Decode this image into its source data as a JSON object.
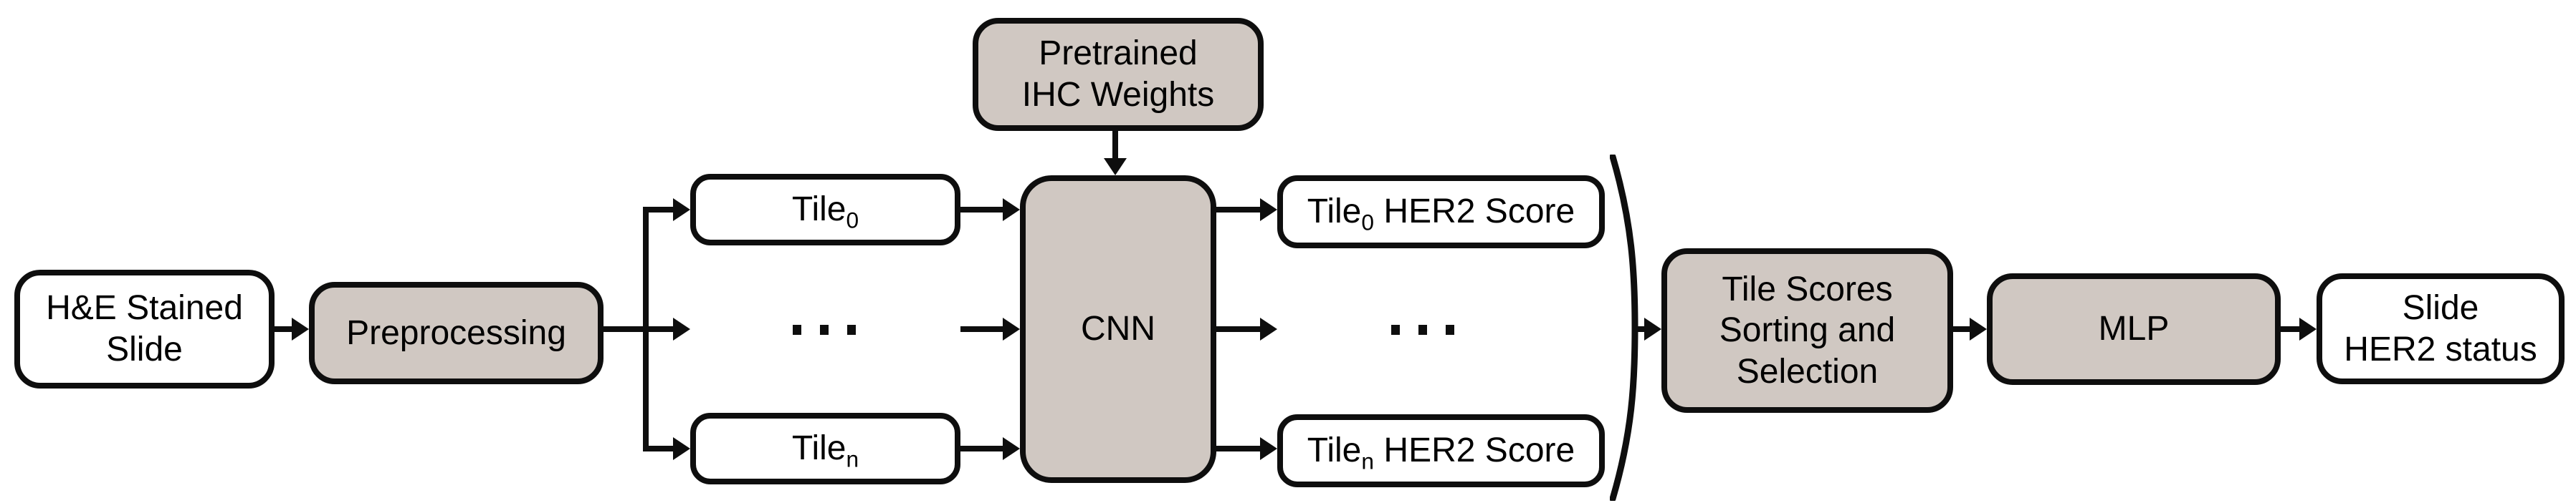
{
  "figure": {
    "type": "flowchart",
    "description": "Pipeline predicting slide-level HER2 status from an H&E stained slide via tile-level CNN scoring",
    "colors": {
      "background": "#ffffff",
      "node_fill_gray": "#d0c8c2",
      "node_fill_white": "#ffffff",
      "stroke": "#0e0e0e"
    },
    "icons": {
      "tiles_ellipsis": "square-dots-horizontal",
      "scores_ellipsis": "square-dots-horizontal",
      "grouping_paren": "right-parenthesis",
      "arrowhead": "solid-triangle"
    },
    "nodes": {
      "he_slide": {
        "lines": [
          "H&E Stained",
          "Slide"
        ],
        "fill": "white"
      },
      "preprocessing": {
        "label": "Preprocessing",
        "fill": "gray"
      },
      "tile_0": {
        "base": "Tile",
        "sub": "0",
        "fill": "white"
      },
      "tile_n": {
        "base": "Tile",
        "sub": "n",
        "fill": "white"
      },
      "pretrained_weights": {
        "lines": [
          "Pretrained",
          "IHC Weights"
        ],
        "fill": "gray"
      },
      "cnn": {
        "label": "CNN",
        "fill": "gray"
      },
      "score_0": {
        "base": "Tile",
        "sub": "0",
        "rest": "HER2 Score",
        "fill": "white"
      },
      "score_n": {
        "base": "Tile",
        "sub": "n",
        "rest": "HER2 Score",
        "fill": "white"
      },
      "sorting": {
        "lines": [
          "Tile Scores",
          "Sorting and",
          "Selection"
        ],
        "fill": "gray"
      },
      "mlp": {
        "label": "MLP",
        "fill": "gray"
      },
      "slide_status": {
        "lines": [
          "Slide",
          "HER2 status"
        ],
        "fill": "white"
      }
    },
    "edges": [
      "he_slide -> preprocessing",
      "preprocessing -> tile_0",
      "preprocessing -> tiles_ellipsis",
      "preprocessing -> tile_n",
      "tile_0 -> cnn",
      "tiles_ellipsis -> cnn",
      "tile_n -> cnn",
      "pretrained_weights -> cnn",
      "cnn -> score_0",
      "cnn -> scores_ellipsis",
      "cnn -> score_n",
      "scores_group -> sorting",
      "sorting -> mlp",
      "mlp -> slide_status"
    ]
  }
}
